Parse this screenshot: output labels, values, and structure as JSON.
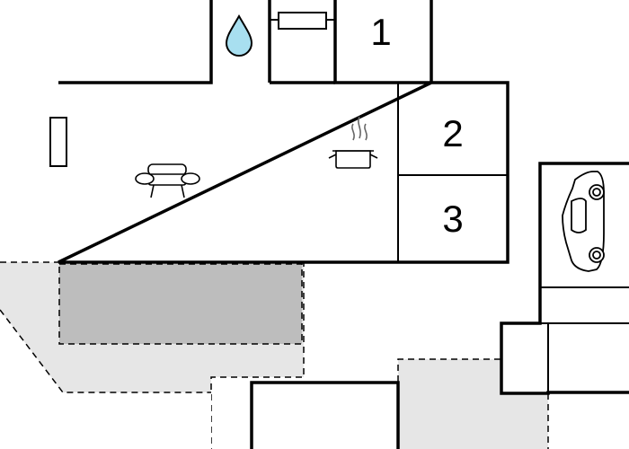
{
  "floorplan": {
    "rooms": [
      {
        "id": "bedroom-1",
        "label": "1"
      },
      {
        "id": "bedroom-2",
        "label": "2"
      },
      {
        "id": "bedroom-3",
        "label": "3"
      }
    ],
    "icons": [
      "water-drop-icon",
      "sofa-icon",
      "cooking-pot-icon",
      "car-icon"
    ],
    "colors": {
      "wall": "#000000",
      "outdoor_area": "#e6e6e6",
      "terrace": "#bdbdbd",
      "water": "#a8dff0",
      "background": "#ffffff"
    }
  }
}
